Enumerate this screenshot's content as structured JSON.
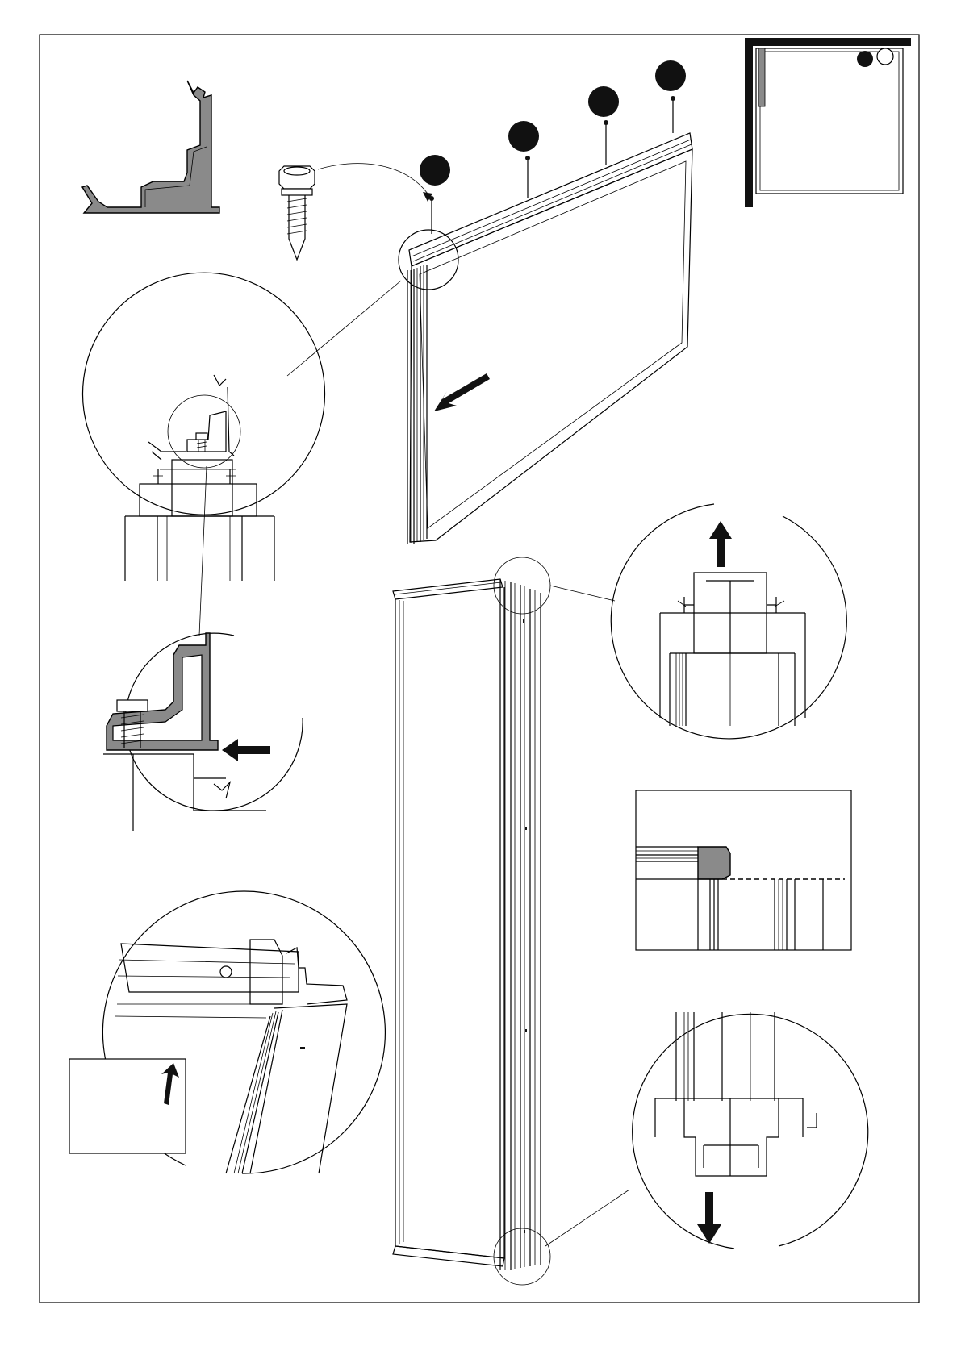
{
  "page": {
    "background": "#ffffff",
    "line_color": "#000000",
    "profile_fill": "#8a8a8a"
  },
  "steps": [
    {
      "marker": "step-marker-1"
    },
    {
      "marker": "step-marker-2"
    },
    {
      "marker": "step-marker-3"
    },
    {
      "marker": "step-marker-4"
    }
  ],
  "icons": {
    "screw": "self-drilling-hex-screw-icon",
    "profile": "wall-profile-section-icon",
    "layout": "shower-enclosure-top-view-icon",
    "arrow": "direction-arrow-icon"
  },
  "arrows": {
    "panel_push": "down-left",
    "detail_push": "left",
    "top_detail": "up",
    "bottom_detail": "down",
    "inset_small": "up"
  }
}
